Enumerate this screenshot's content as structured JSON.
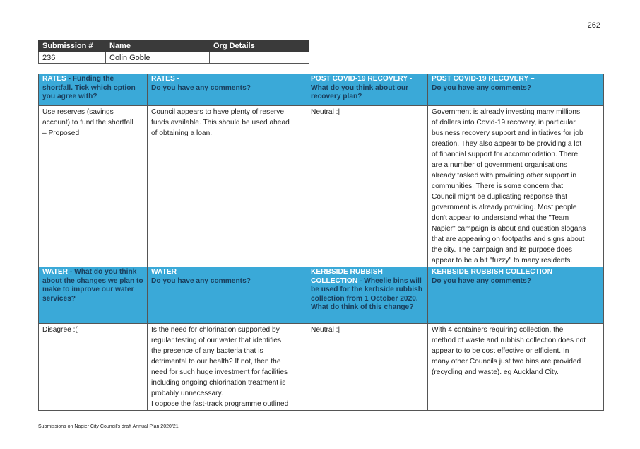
{
  "page_number": "262",
  "submission": {
    "headers": [
      "Submission #",
      "Name",
      "Org Details"
    ],
    "values": [
      "236",
      "Colin Goble",
      ""
    ]
  },
  "sections": [
    {
      "headers": [
        {
          "white": "RATES",
          "dark": " - Funding the shortfall. Tick which option you agree with?"
        },
        {
          "white": "RATES -",
          "dark": "Do you have any comments?"
        },
        {
          "white": "POST COVID-19 RECOVERY -",
          "dark": "What do you think about our recovery plan?"
        },
        {
          "white": "POST COVID-19 RECOVERY –",
          "dark": "Do you have any comments?"
        }
      ],
      "cells": [
        [
          "Use reserves (savings",
          "account) to fund the shortfall",
          "– Proposed"
        ],
        [
          "Council appears to have plenty of reserve",
          "funds available. This should be used ahead",
          "of obtaining a loan."
        ],
        [
          "Neutral :|"
        ],
        [
          "Government is already investing many millions",
          "of dollars into Covid-19 recovery, in particular",
          "business recovery support and  initiatives for job",
          "creation. They also appear to be providing a lot",
          "of financial support for accommodation. There",
          "are a number of government organisations",
          "already tasked with providing other support in",
          "communities. There is some concern that",
          "Council might be duplicating response that",
          "government is already providing. Most people",
          "don't appear to understand what the \"Team",
          "Napier\" campaign is about and question slogans",
          "that are appearing on footpaths and signs about",
          "the city. The campaign and its purpose does",
          "appear to be a bit \"fuzzy\" to many residents."
        ]
      ]
    },
    {
      "headers": [
        {
          "white": "WATER",
          "dark": " - What do you think about the changes we plan to make to improve our water services?"
        },
        {
          "white": "WATER –",
          "dark": "Do you have any comments?"
        },
        {
          "white": "KERBSIDE RUBBISH COLLECTION",
          "dark": " - Wheelie bins will be used for the kerbside rubbish collection from 1 October 2020. What do think of this change?"
        },
        {
          "white": "KERBSIDE RUBBISH COLLECTION –",
          "dark": "Do you have any comments?"
        }
      ],
      "cells": [
        [
          "Disagree :("
        ],
        [
          "Is the need for chlorination supported by",
          "regular testing of our water that identifies",
          "the presence of any bacteria that is",
          "detrimental to our health? If not, then the",
          "need for such huge investment  for facilities",
          "including ongoing chlorination treatment is",
          "probably unnecessary.",
          "I oppose the fast-track programme outlined"
        ],
        [
          "Neutral :|"
        ],
        [
          "With 4 containers requiring collection, the",
          "method of waste and rubbish collection does not",
          "appear to to be cost effective or efficient. In",
          "many other Councils just two bins are provided",
          "(recycling and waste). eg Auckland City."
        ]
      ]
    }
  ],
  "footer": "Submissions on Napier City Council's draft Annual Plan 2020/21",
  "colors": {
    "header_blue": "#3aa9d8",
    "header_dark": "#3a3a3a",
    "question_text": "#1a3e5c"
  }
}
